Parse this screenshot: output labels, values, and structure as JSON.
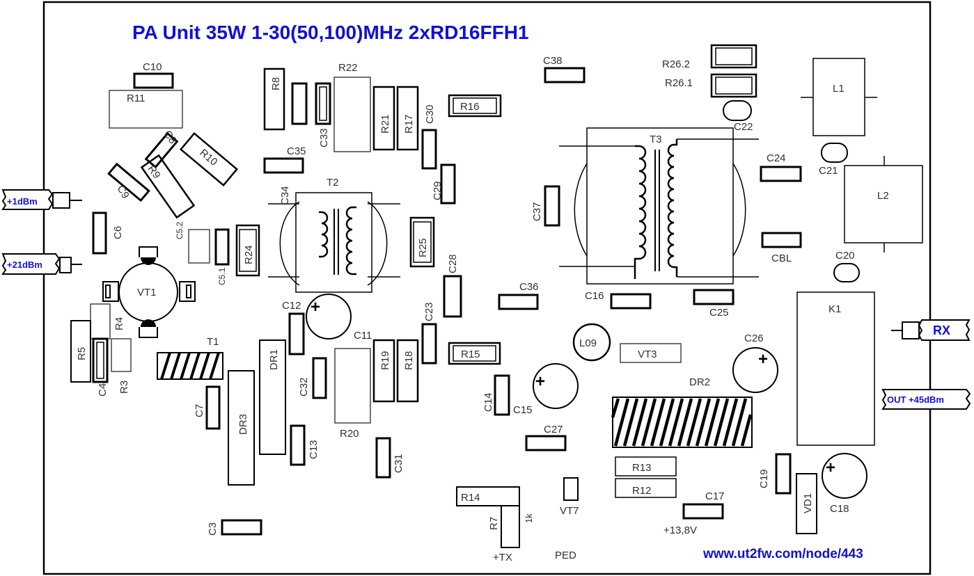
{
  "title": "PA Unit 35W 1-30(50,100)MHz 2xRD16FFH1",
  "url": "www.ut2fw.com/node/443",
  "colors": {
    "accent": "#1010d8",
    "outline": "#000000",
    "text": "#303030"
  },
  "ports": {
    "in1": "+1dBm",
    "in2": "+21dBm",
    "rx": "RX",
    "out": "OUT +45dBm"
  },
  "labels": {
    "C10": "C10",
    "R11": "R11",
    "C8": "C8",
    "R10": "R10",
    "C9": "C9",
    "R9": "R9",
    "C6": "C6",
    "C52": "C5.2",
    "C51": "C5.1",
    "R24": "R24",
    "VT1": "VT1",
    "R4": "R4",
    "R5": "R5",
    "C4": "C4",
    "R3": "R3",
    "T1": "T1",
    "C7": "C7",
    "DR3": "DR3",
    "DR1": "DR1",
    "C3": "C3",
    "R8": "R8",
    "C33": "C33",
    "R22": "R22",
    "R21": "R21",
    "R17": "R17",
    "C30": "C30",
    "C35": "C35",
    "C34": "C34",
    "T2": "T2",
    "R25": "R25",
    "C29": "C29",
    "R16": "R16",
    "C12": "C12",
    "C11": "C11",
    "C32": "C32",
    "R19": "R19",
    "R18": "R18",
    "R20": "R20",
    "C13": "C13",
    "C31": "C31",
    "C28": "C28",
    "C23": "C23",
    "R15": "R15",
    "C14": "C14",
    "C15": "C15",
    "C27": "C27",
    "R14": "R14",
    "R7": "R7",
    "1k": "1k",
    "TX": "+TX",
    "PED": "PED",
    "VT7": "VT7",
    "C38": "C38",
    "C37": "C37",
    "T3": "T3",
    "C36": "C36",
    "C16": "C16",
    "C25": "C25",
    "L09": "L09",
    "VT3": "VT3",
    "DR2": "DR2",
    "R13": "R13",
    "R12": "R12",
    "C17": "C17",
    "V138": "+13,8V",
    "R262": "R26.2",
    "R261": "R26.1",
    "C22": "C22",
    "L1": "L1",
    "C21": "C21",
    "C24": "C24",
    "L2": "L2",
    "CBL": "CBL",
    "C20": "C20",
    "K1": "K1",
    "C26": "C26",
    "C19": "C19",
    "VD1": "VD1",
    "C18": "C18"
  }
}
